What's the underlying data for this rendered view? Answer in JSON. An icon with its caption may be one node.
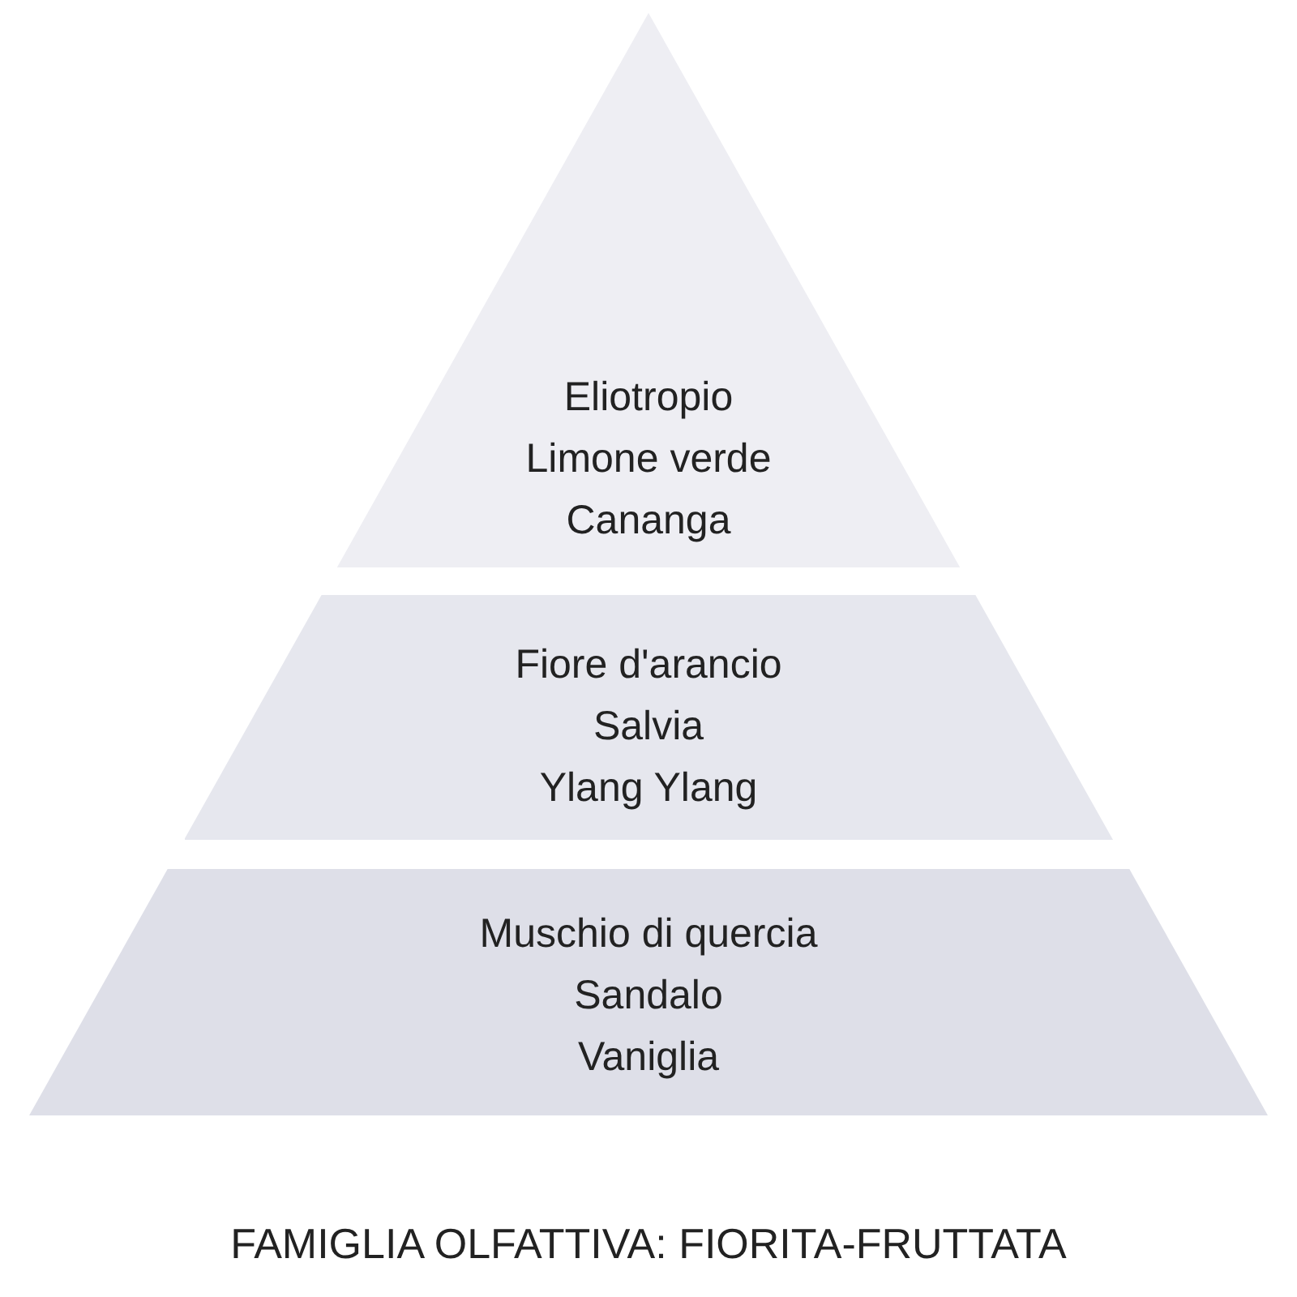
{
  "diagram": {
    "caption": "FAMIGLIA OLFATTIVA: FIORITA-FRUTTATA",
    "nodes": [
      {
        "text": [
          "Eliotropio",
          "Limone verde",
          "Cananga"
        ]
      },
      {
        "text": [
          "Fiore d'arancio",
          "Salvia",
          "Ylang Ylang"
        ]
      },
      {
        "text": [
          "Muschio di quercia",
          "Sandalo",
          "Vaniglia"
        ]
      }
    ]
  }
}
